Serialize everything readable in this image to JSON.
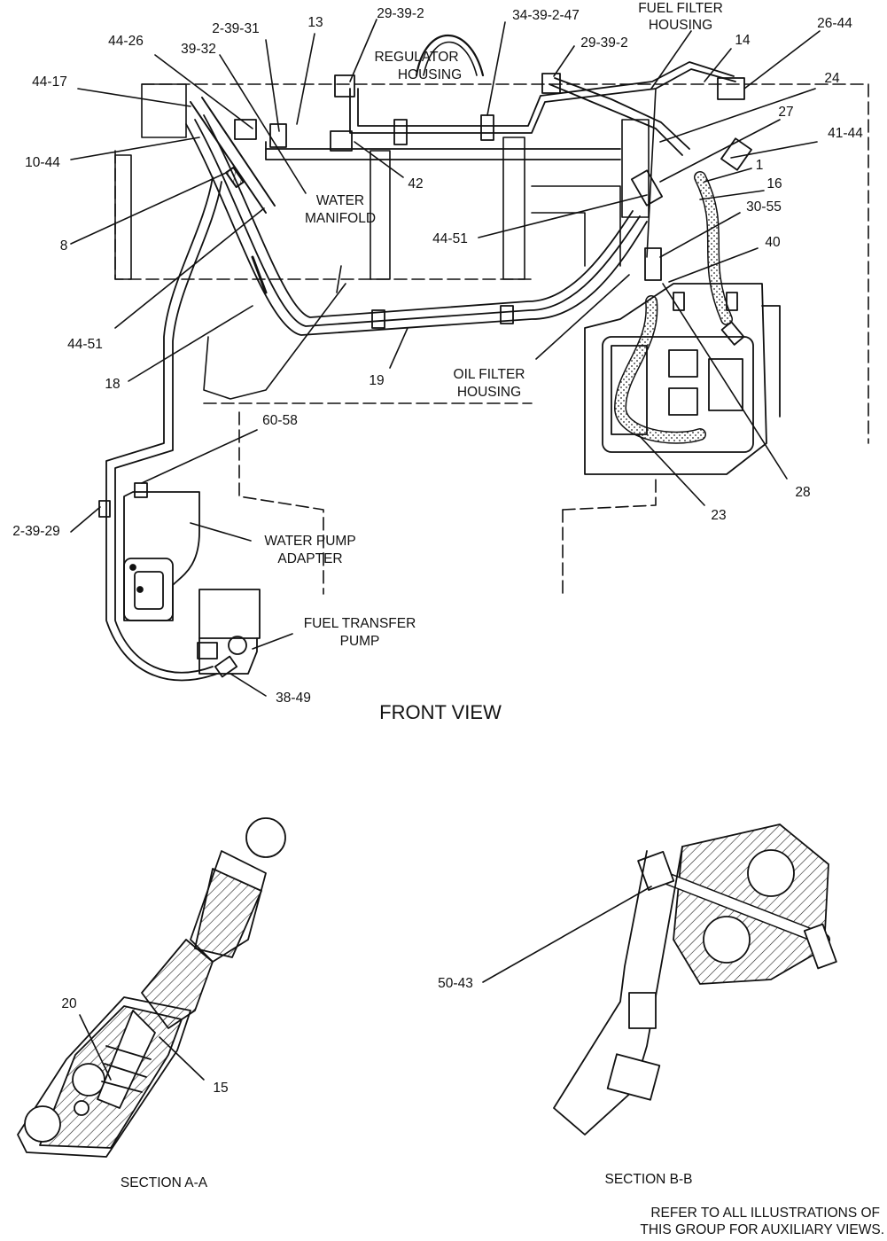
{
  "labels": {
    "fuel_filter_housing_1": "FUEL FILTER",
    "fuel_filter_housing_2": "HOUSING",
    "regulator_housing_1": "REGULATOR",
    "regulator_housing_2": "HOUSING",
    "water_manifold_1": "WATER",
    "water_manifold_2": "MANIFOLD",
    "oil_filter_housing_1": "OIL FILTER",
    "oil_filter_housing_2": "HOUSING",
    "water_pump_adapter_1": "WATER PUMP",
    "water_pump_adapter_2": "ADAPTER",
    "fuel_transfer_pump_1": "FUEL TRANSFER",
    "fuel_transfer_pump_2": "PUMP",
    "front_view": "FRONT VIEW",
    "section_a": "SECTION A-A",
    "section_b": "SECTION B-B",
    "footer_1": "REFER TO ALL ILLUSTRATIONS OF",
    "footer_2": "THIS GROUP FOR AUXILIARY VIEWS."
  },
  "callouts": {
    "c_2_39_31": "2-39-31",
    "c_13": "13",
    "c_29_39_2_a": "29-39-2",
    "c_34_39_2_47": "34-39-2-47",
    "c_29_39_2_b": "29-39-2",
    "c_14": "14",
    "c_26_44": "26-44",
    "c_44_26": "44-26",
    "c_39_32": "39-32",
    "c_44_17": "44-17",
    "c_24": "24",
    "c_27": "27",
    "c_41_44": "41-44",
    "c_10_44": "10-44",
    "c_1": "1",
    "c_16": "16",
    "c_42": "42",
    "c_30_55": "30-55",
    "c_44_51_a": "44-51",
    "c_8": "8",
    "c_40": "40",
    "c_44_51_b": "44-51",
    "c_18": "18",
    "c_19": "19",
    "c_60_58": "60-58",
    "c_28": "28",
    "c_23": "23",
    "c_2_39_29": "2-39-29",
    "c_38_49": "38-49",
    "c_20": "20",
    "c_15": "15",
    "c_50_43": "50-43"
  }
}
